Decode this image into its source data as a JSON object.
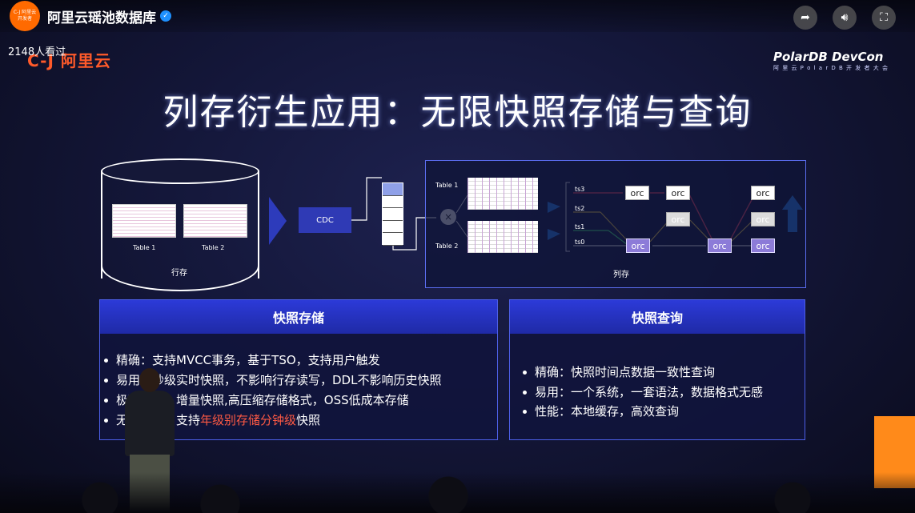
{
  "header": {
    "logo_line1": "C-J 阿里云",
    "logo_line2": "开发者",
    "channel_name": "阿里云瑶池数据库",
    "verified_icon": "check-badge-icon"
  },
  "controls": {
    "share_icon": "share-icon",
    "volume_icon": "volume-icon",
    "fullscreen_icon": "fullscreen-icon"
  },
  "viewers": "2148人看过",
  "slide": {
    "brand_left": "C-J 阿里云",
    "brand_right": "PolarDB DevCon",
    "brand_right_sub": "阿 里 云 P o l a r D B 开 发 者 大 会",
    "title": "列存衍生应用：无限快照存储与查询",
    "diagram": {
      "row_table1": "Table 1",
      "row_table2": "Table 2",
      "row_store": "行存",
      "cdc": "CDC",
      "col_table1": "Table 1",
      "col_table2": "Table 2",
      "col_store": "列存",
      "ts3": "ts3",
      "ts2": "ts2",
      "ts1": "ts1",
      "ts0": "ts0",
      "orc": "orc"
    },
    "panel_left": {
      "title": "快照存储",
      "b1": "精确：支持MVCC事务，基于TSO，支持用户触发",
      "b2": "易用：秒级实时快照，不影响行存读写，DDL不影响历史快照",
      "b3": "极致成本：增量快照,高压缩存储格式，OSS低成本存储",
      "b4_prefix": "无限快照：支持",
      "b4_highlight": "年级别存储分钟级",
      "b4_suffix": "快照"
    },
    "panel_right": {
      "title": "快照查询",
      "b1": "精确：快照时间点数据一致性查询",
      "b2": "易用：一个系统，一套语法，数据格式无感",
      "b3": "性能：本地缓存，高效查询"
    }
  },
  "colors": {
    "accent_orange": "#ff6a00",
    "panel_border": "#4d5fe8",
    "panel_head": "#2c3ad8",
    "highlight_red": "#ff5a44"
  }
}
